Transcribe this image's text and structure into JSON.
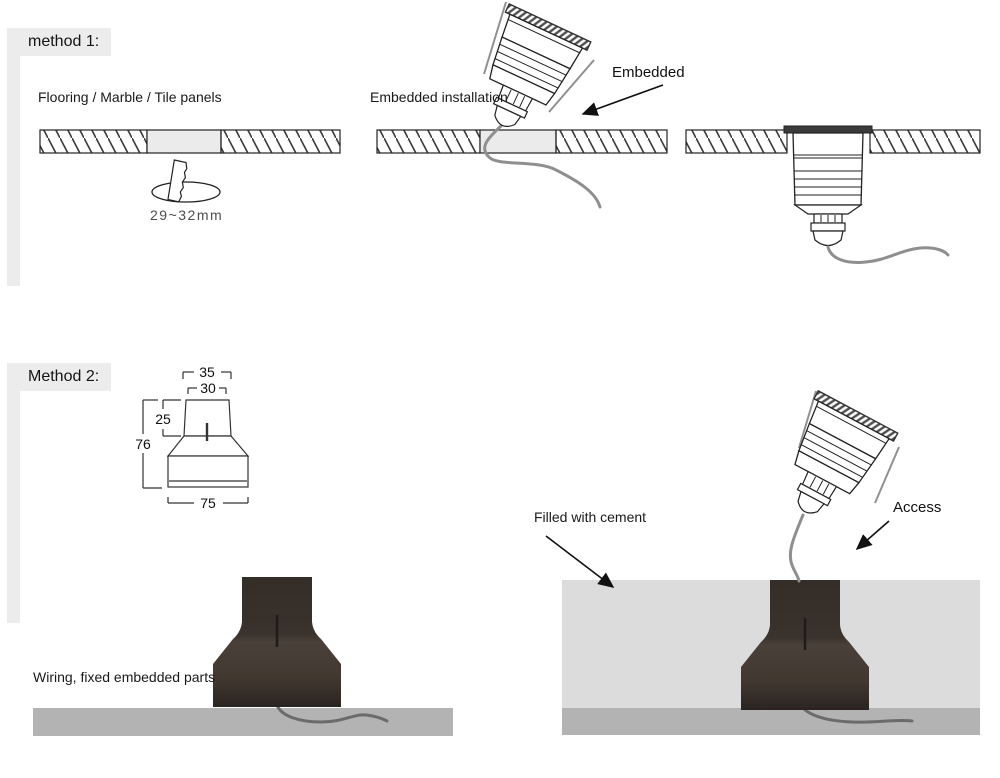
{
  "method1": {
    "label": "method 1:",
    "panel_caption": "Flooring / Marble / Tile panels",
    "hole_dimension": "29~32mm",
    "step2_caption": "Embedded installation",
    "arrow_label": "Embedded"
  },
  "method2": {
    "label": "Method 2:",
    "dimensions": {
      "outer_top_width": "35",
      "inner_top_width": "30",
      "neck_height": "25",
      "total_height": "76",
      "base_width": "75"
    },
    "step1_caption": "Wiring, fixed embedded parts",
    "cement_label": "Filled with cement",
    "access_label": "Access"
  },
  "colors": {
    "label_background": "#ececec",
    "hatch_line": "#3a3a3a",
    "panel_gap_fill": "#ebebeb",
    "slab_gray": "#b3b3b3",
    "cement_gray": "#dcdcdc",
    "embedded_part_dark": "#2f2925",
    "cable_gray": "#8f8f8f",
    "outline": "#222222"
  }
}
